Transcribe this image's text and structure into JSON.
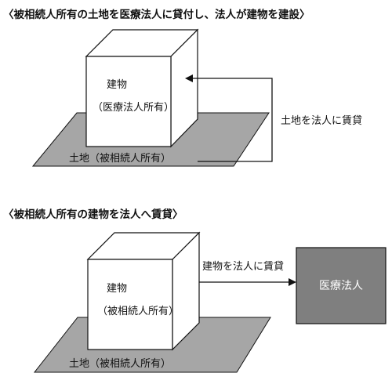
{
  "section1": {
    "heading": "〈被相続人所有の土地を医療法人に貸付し、法人が建物を建設〉",
    "building_label": "建物",
    "building_owner": "（医療法人所有）",
    "land_label": "土地（被相続人所有）",
    "arrow_label": "土地を法人に賃貸"
  },
  "section2": {
    "heading": "〈被相続人所有の建物を法人へ賃貸〉",
    "building_label": "建物",
    "building_owner": "（被相続人所有）",
    "land_label": "土地（被相続人所有）",
    "arrow_label": "建物を法人に賃貸",
    "entity_label": "医療法人"
  },
  "colors": {
    "land": "#a6a6a6",
    "building_face": "#ffffff",
    "entity_box": "#7f7f7f",
    "line": "#111111"
  }
}
